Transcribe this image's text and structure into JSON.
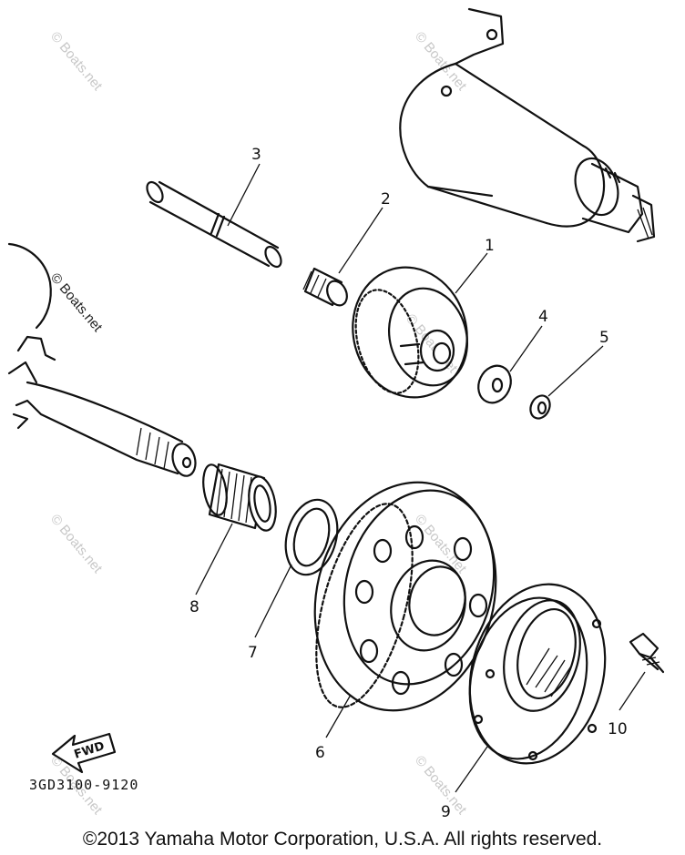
{
  "diagram": {
    "callouts": [
      {
        "id": "1",
        "label": "1"
      },
      {
        "id": "2",
        "label": "2"
      },
      {
        "id": "3",
        "label": "3"
      },
      {
        "id": "4",
        "label": "4"
      },
      {
        "id": "5",
        "label": "5"
      },
      {
        "id": "6",
        "label": "6"
      },
      {
        "id": "7",
        "label": "7"
      },
      {
        "id": "8",
        "label": "8"
      },
      {
        "id": "9",
        "label": "9"
      },
      {
        "id": "10",
        "label": "10"
      }
    ],
    "fwd_label": "FWD",
    "part_code": "3GD3100-9120",
    "watermark": "© Boats.net"
  },
  "footer": {
    "copyright": "©2013 Yamaha Motor Corporation, U.S.A. All rights reserved."
  }
}
